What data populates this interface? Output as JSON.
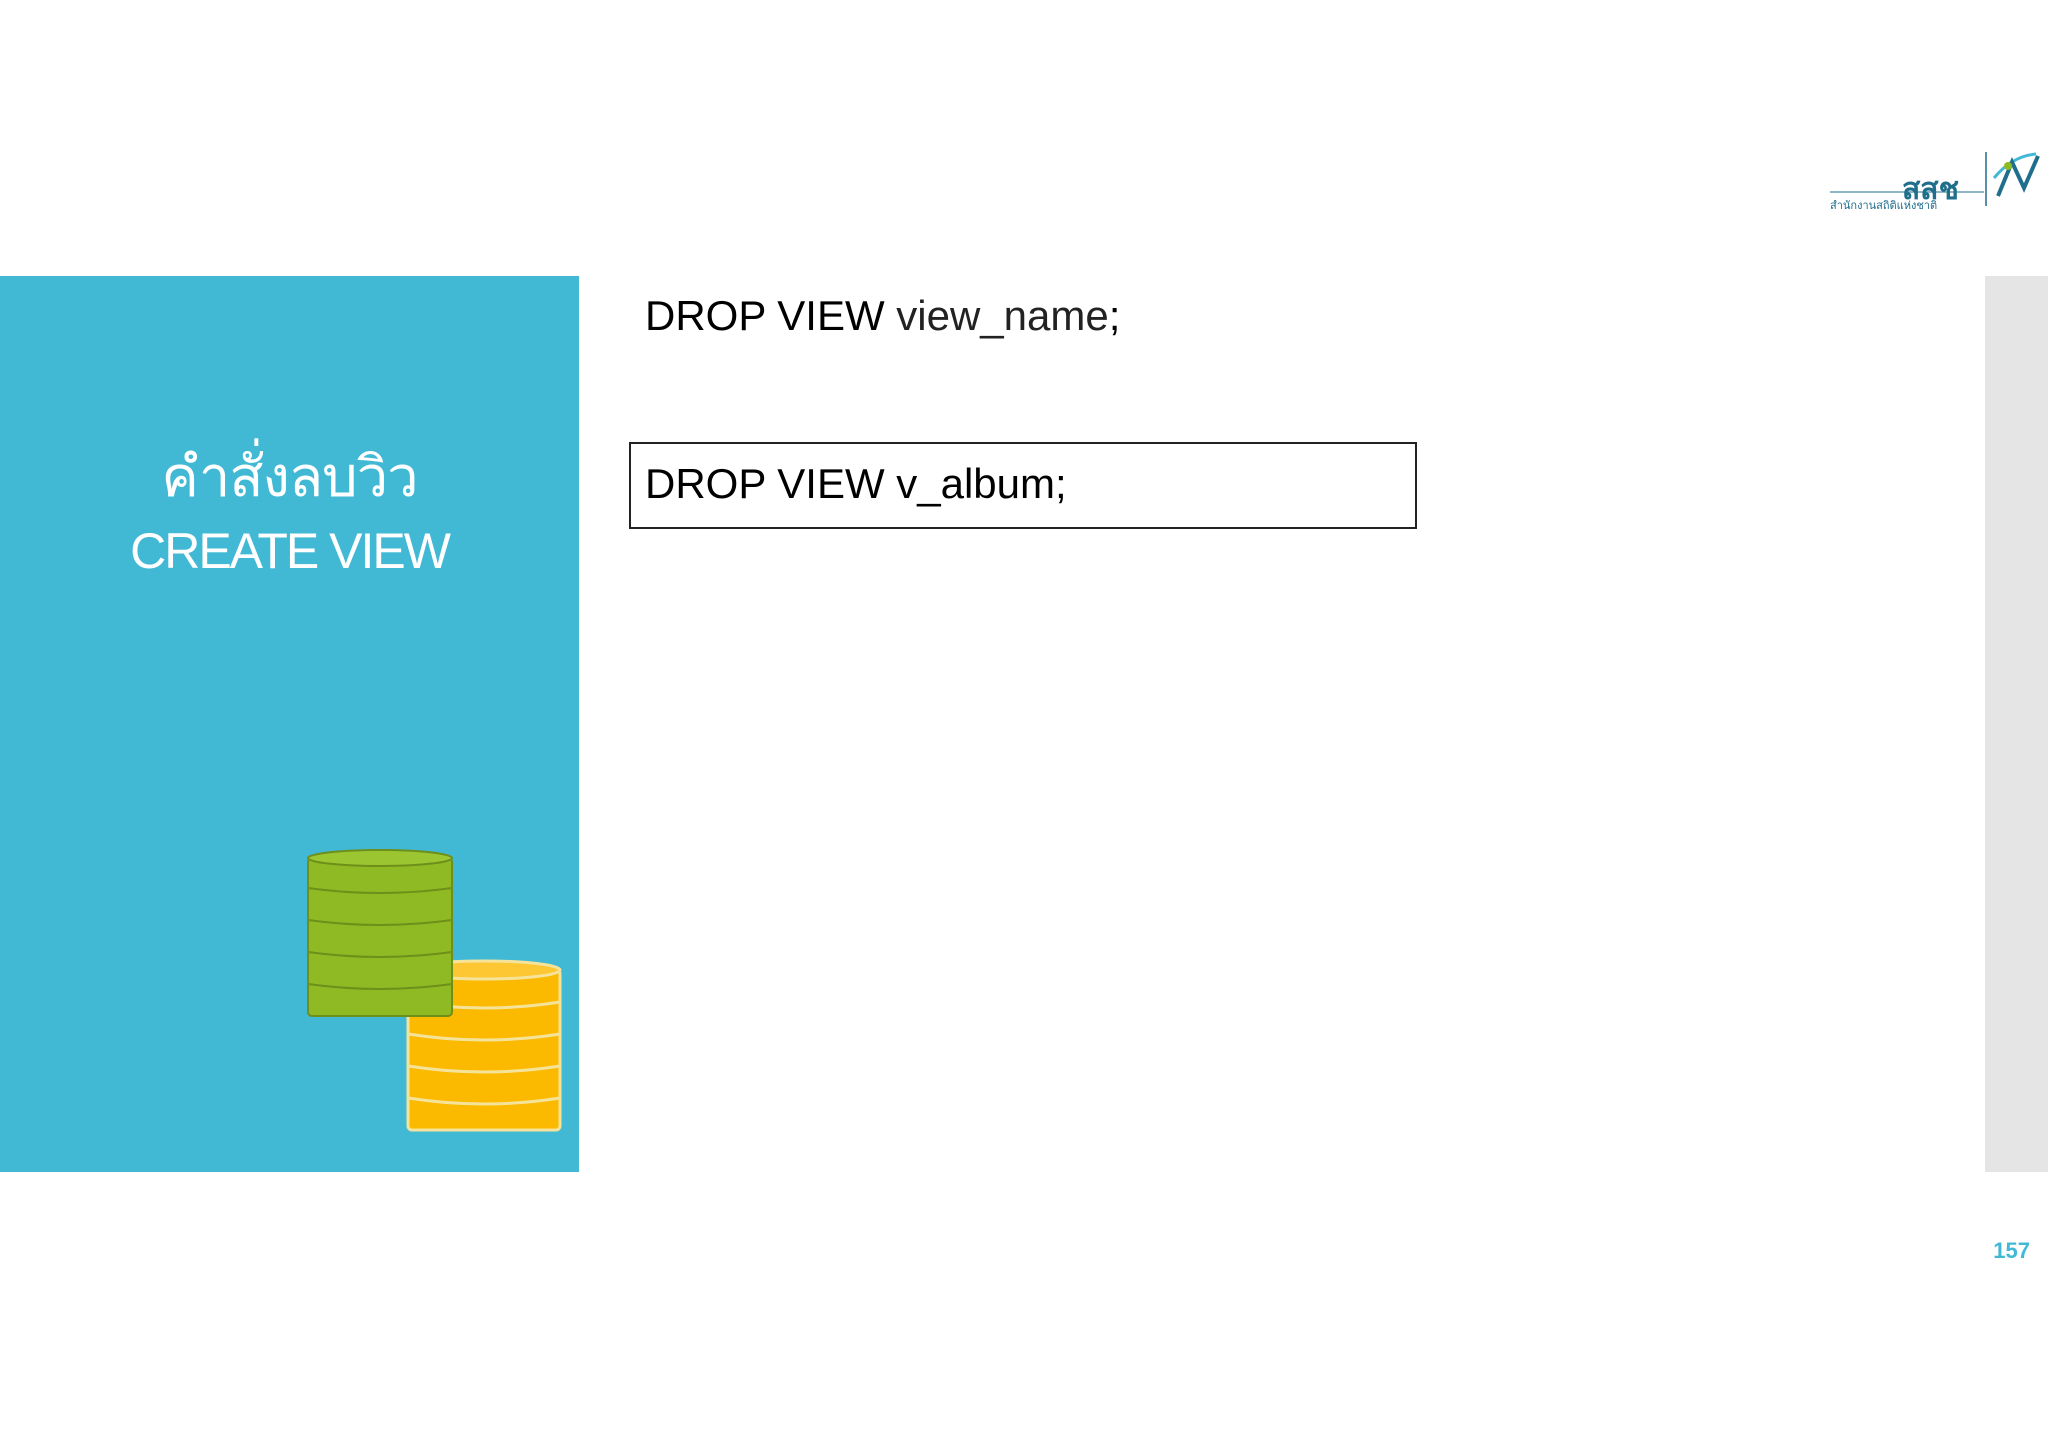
{
  "slide": {
    "title_thai": "คำสั่งลบวิว",
    "title_english": "CREATE VIEW",
    "syntax": {
      "keyword": "DROP VIEW",
      "argument": "view_name",
      "terminator": ";"
    },
    "example": "DROP VIEW v_album;",
    "page_number": "157"
  },
  "logo": {
    "mark_text": "สสช",
    "org_name": "สำนักงานสถิติแห่งชาติ"
  },
  "colors": {
    "panel": "#41b9d5",
    "strip": "#e5e5e5",
    "db_green": "#8fba23",
    "db_yellow": "#fbb900",
    "logo_blue": "#1f6e8c"
  },
  "icons": {
    "database": "database-stack-icon",
    "logo": "nso-logo-icon"
  }
}
